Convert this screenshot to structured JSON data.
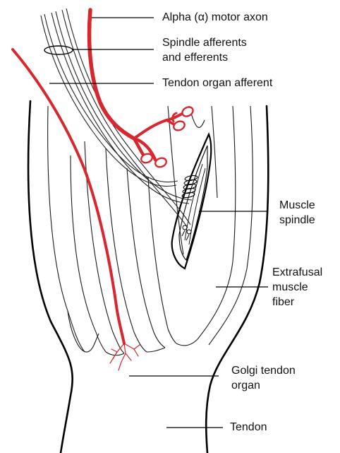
{
  "labels": {
    "alpha_motor_axon": "Alpha (α) motor axon",
    "spindle_afferents_line1": "Spindle afferents",
    "spindle_afferents_line2": "and efferents",
    "tendon_organ_afferent": "Tendon organ afferent",
    "muscle_spindle_line1": "Muscle",
    "muscle_spindle_line2": "spindle",
    "extrafusal_line1": "Extrafusal",
    "extrafusal_line2": "muscle",
    "extrafusal_line3": "fiber",
    "golgi_line1": "Golgi tendon",
    "golgi_line2": "organ",
    "tendon": "Tendon"
  },
  "colors": {
    "axon_red": "#d7282f",
    "outline": "#000000"
  }
}
